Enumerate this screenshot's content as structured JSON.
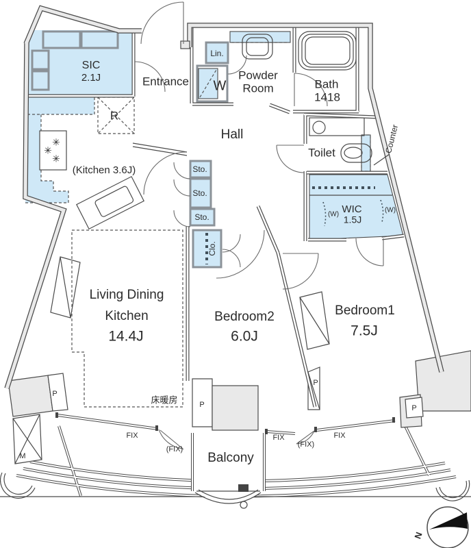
{
  "colors": {
    "room_fill_blue": "#cfe8f7",
    "wall_band_gray": "#e9e9e9",
    "line_dark": "#4a4a4a",
    "text": "#2b2b2b",
    "north_arrow": "#111111"
  },
  "labels": {
    "sic": "SIC",
    "sic_size": "2.1J",
    "entrance": "Entrance",
    "lin": "Lin.",
    "washer": "W",
    "powder_line1": "Powder",
    "powder_line2": "Room",
    "bath": "Bath",
    "bath_size": "1418",
    "hall": "Hall",
    "toilet": "Toilet",
    "counter": "Counter",
    "fridge": "R",
    "kitchen": "(Kitchen 3.6J)",
    "sto": "Sto.",
    "clo": "Clo.",
    "wic": "WIC",
    "wic_size": "1.5J",
    "w_paren": "(W)",
    "ldk_line1": "Living Dining",
    "ldk_line2": "Kitchen",
    "ldk_size": "14.4J",
    "bedroom2": "Bedroom2",
    "bedroom2_size": "6.0J",
    "bedroom1": "Bedroom1",
    "bedroom1_size": "7.5J",
    "floor_heating": "床暖房",
    "balcony": "Balcony",
    "fix": "FIX",
    "fix_paren": "(FIX)",
    "pipe_shaft": "P",
    "meter_box": "M",
    "north": "N"
  }
}
